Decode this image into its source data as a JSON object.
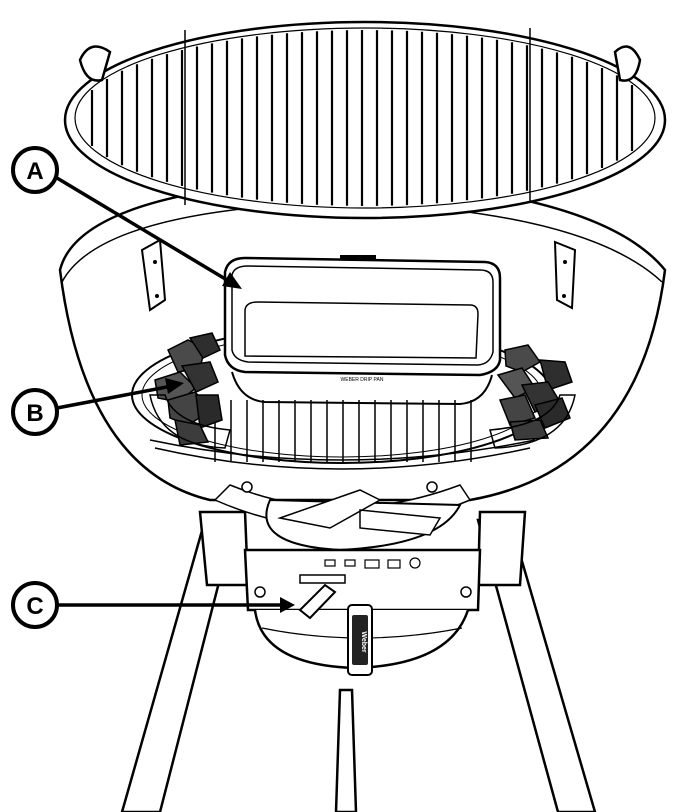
{
  "callouts": [
    {
      "letter": "A",
      "target": "drip-pan"
    },
    {
      "letter": "B",
      "target": "charcoal-baskets"
    },
    {
      "letter": "C",
      "target": "ash-catcher"
    }
  ],
  "labels": {
    "pan_text": "WEBER DRIP PAN",
    "tag_text": "Weber"
  },
  "colors": {
    "line": "#000000",
    "fill": "#ffffff",
    "coal": "#3a3a3a"
  }
}
